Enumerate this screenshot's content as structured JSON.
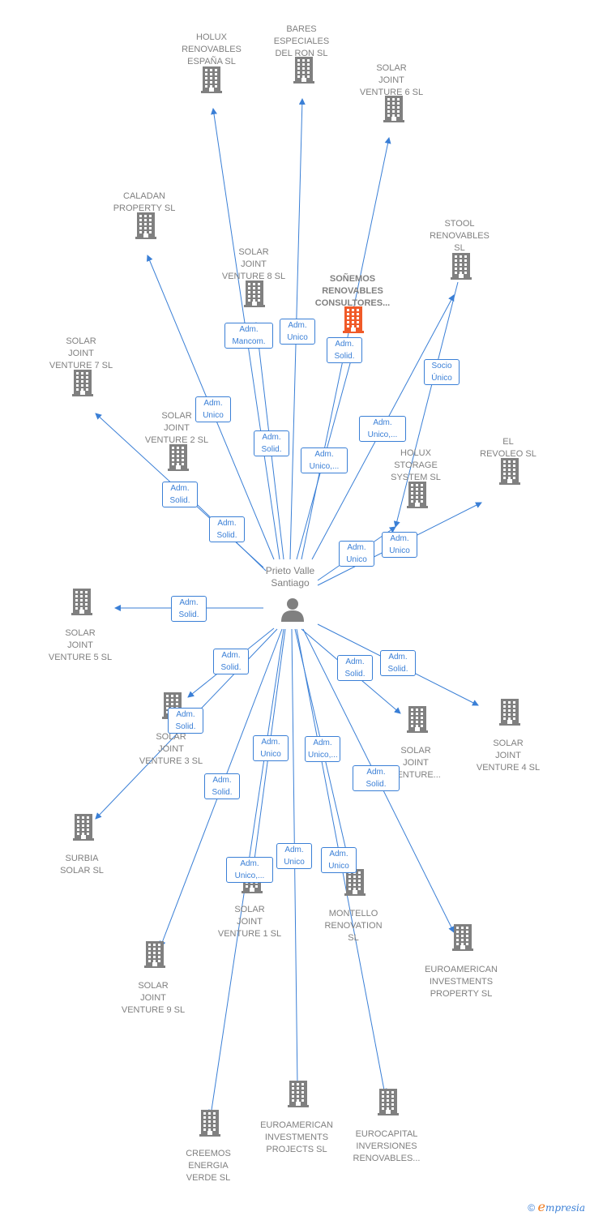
{
  "person": {
    "name": "Prieto Valle\nSantiago"
  },
  "colors": {
    "edge": "#3a7fd6",
    "building": "#808080",
    "highlight": "#f05a28",
    "label": "#808080"
  },
  "companies": [
    {
      "id": "holux-esp",
      "name": "HOLUX\nRENOVABLES\nESPAÑA  SL",
      "highlight": false
    },
    {
      "id": "bares",
      "name": "BARES\nESPECIALES\nDEL RON SL",
      "highlight": false
    },
    {
      "id": "sjv6",
      "name": "SOLAR\nJOINT\nVENTURE 6  SL",
      "highlight": false
    },
    {
      "id": "caladan",
      "name": "CALADAN\nPROPERTY  SL",
      "highlight": false
    },
    {
      "id": "stool",
      "name": "STOOL\nRENOVABLES\nSL",
      "highlight": false
    },
    {
      "id": "sjv8",
      "name": "SOLAR\nJOINT\nVENTURE 8  SL",
      "highlight": false
    },
    {
      "id": "sonemos",
      "name": "SOÑEMOS\nRENOVABLES\nCONSULTORES...",
      "highlight": true
    },
    {
      "id": "sjv7",
      "name": "SOLAR\nJOINT\nVENTURE 7  SL",
      "highlight": false
    },
    {
      "id": "sjv2",
      "name": "SOLAR\nJOINT\nVENTURE 2  SL",
      "highlight": false
    },
    {
      "id": "holux-st",
      "name": "HOLUX\nSTORAGE\nSYSTEM  SL",
      "highlight": false
    },
    {
      "id": "revoleo",
      "name": "EL\nREVOLEO  SL",
      "highlight": false
    },
    {
      "id": "sjv5",
      "name": "SOLAR\nJOINT\nVENTURE 5  SL",
      "highlight": false
    },
    {
      "id": "sjv3",
      "name": "SOLAR\nJOINT\nVENTURE 3  SL",
      "highlight": false
    },
    {
      "id": "sjv-x",
      "name": "SOLAR\nJOINT\nVENTURE...",
      "highlight": false
    },
    {
      "id": "sjv4",
      "name": "SOLAR\nJOINT\nVENTURE 4  SL",
      "highlight": false
    },
    {
      "id": "surbia",
      "name": "SURBIA\nSOLAR  SL",
      "highlight": false
    },
    {
      "id": "sjv1",
      "name": "SOLAR\nJOINT\nVENTURE 1  SL",
      "highlight": false
    },
    {
      "id": "montello",
      "name": "MONTELLO\nRENOVATION\nSL",
      "highlight": false
    },
    {
      "id": "euro-prop",
      "name": "EUROAMERICAN\nINVESTMENTS\nPROPERTY  SL",
      "highlight": false
    },
    {
      "id": "sjv9",
      "name": "SOLAR\nJOINT\nVENTURE 9  SL",
      "highlight": false
    },
    {
      "id": "creemos",
      "name": "CREEMOS\nENERGIA\nVERDE  SL",
      "highlight": false
    },
    {
      "id": "euro-proj",
      "name": "EUROAMERICAN\nINVESTMENTS\nPROJECTS  SL",
      "highlight": false
    },
    {
      "id": "eurocapital",
      "name": "EUROCAPITAL\nINVERSIONES\nRENOVABLES...",
      "highlight": false
    }
  ],
  "relations": [
    {
      "target": "holux-esp",
      "label": "Adm.\nMancom."
    },
    {
      "target": "bares",
      "label": "Adm.\nUnico"
    },
    {
      "target": "sjv6",
      "label": "Adm.\nSolid."
    },
    {
      "target": "caladan",
      "label": "Adm.\nUnico"
    },
    {
      "target": "sjv8",
      "label": "Adm.\nSolid."
    },
    {
      "target": "sonemos",
      "label": "Adm.\nUnico,..."
    },
    {
      "target": "stool",
      "label": "Adm.\nUnico,..."
    },
    {
      "source": "stool",
      "target": "holux-st",
      "label": "Socio\nÚnico"
    },
    {
      "target": "sjv7",
      "label": "Adm.\nSolid."
    },
    {
      "target": "sjv2",
      "label": "Adm.\nSolid."
    },
    {
      "target": "holux-st",
      "label": "Adm.\nUnico"
    },
    {
      "target": "revoleo",
      "label": "Adm.\nUnico"
    },
    {
      "target": "sjv5",
      "label": "Adm.\nSolid."
    },
    {
      "target": "sjv3",
      "label": "Adm.\nSolid."
    },
    {
      "target": "surbia",
      "label": "Adm.\nSolid."
    },
    {
      "target": "sjv-x",
      "label": "Adm.\nSolid."
    },
    {
      "target": "sjv4",
      "label": "Adm.\nSolid."
    },
    {
      "target": "sjv1",
      "label": "Adm.\nSolid."
    },
    {
      "target": "montello",
      "label": "Adm.\nUnico"
    },
    {
      "target": "euro-prop",
      "label": "Adm.\nUnico,..."
    },
    {
      "target": "sjv9",
      "label": "Adm.\nSolid."
    },
    {
      "target": "creemos",
      "label": "Adm.\nUnico,..."
    },
    {
      "target": "euro-proj",
      "label": "Adm.\nUnico"
    },
    {
      "target": "eurocapital",
      "label": "Adm.\nUnico"
    }
  ],
  "footer": {
    "copyright": "©",
    "brand_e": "e",
    "brand_rest": "mpresia"
  }
}
